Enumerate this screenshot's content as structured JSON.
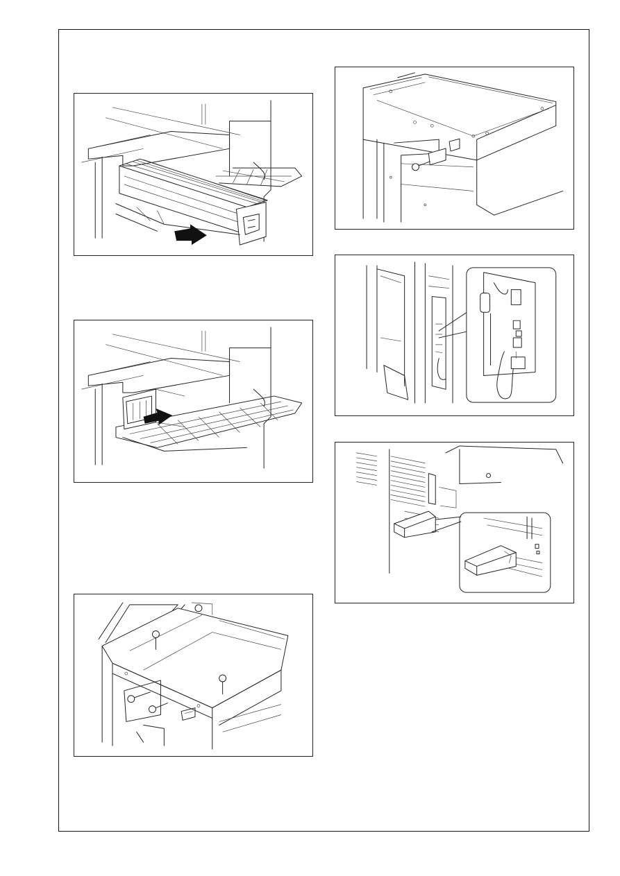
{
  "page": {
    "figures": [
      {
        "id": "fig-toner-insert",
        "icon": "toner-cartridge-insert-illustration"
      },
      {
        "id": "fig-drum-insert",
        "icon": "drum-unit-insert-illustration"
      },
      {
        "id": "fig-platen-screws",
        "icon": "platen-glass-screws-illustration"
      },
      {
        "id": "fig-cover-screw",
        "icon": "rear-cover-screw-illustration"
      },
      {
        "id": "fig-cable-connect",
        "icon": "interface-cable-connection-illustration"
      },
      {
        "id": "fig-stabilizer",
        "icon": "stabilizer-foot-illustration"
      }
    ]
  }
}
